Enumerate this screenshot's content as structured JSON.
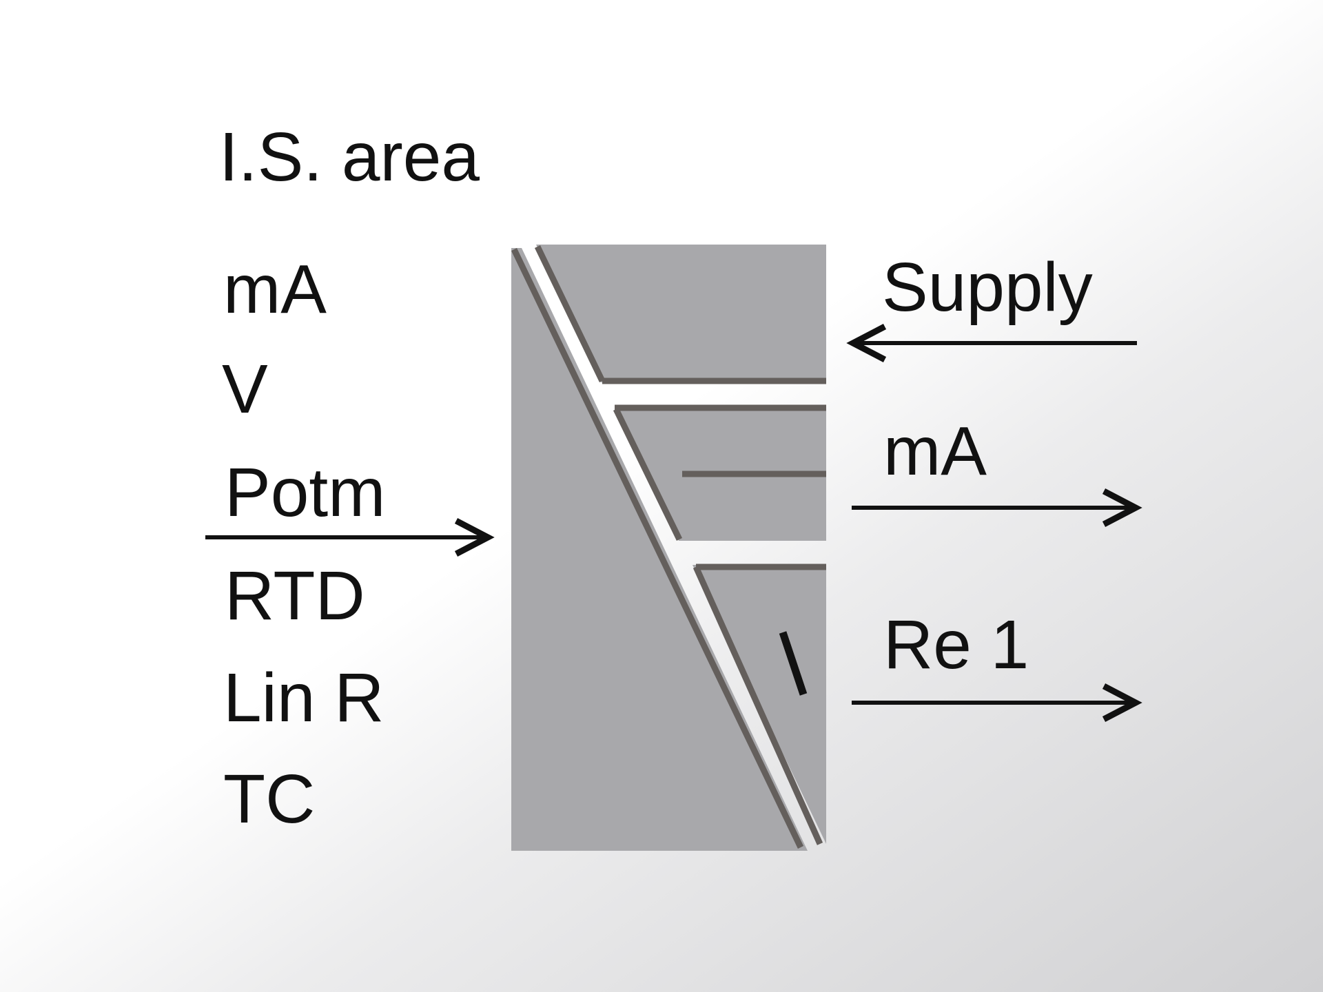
{
  "area_label": "I.S. area",
  "inputs": [
    "mA",
    "V",
    "Potm",
    "RTD",
    "Lin R",
    "TC"
  ],
  "outputs": {
    "supply": "Supply",
    "ma": "mA",
    "relay": "Re 1"
  },
  "colors": {
    "block_fill": "#a8a8ab",
    "block_stroke": "#645f5c",
    "text": "#111111",
    "background": "#ffffff"
  }
}
